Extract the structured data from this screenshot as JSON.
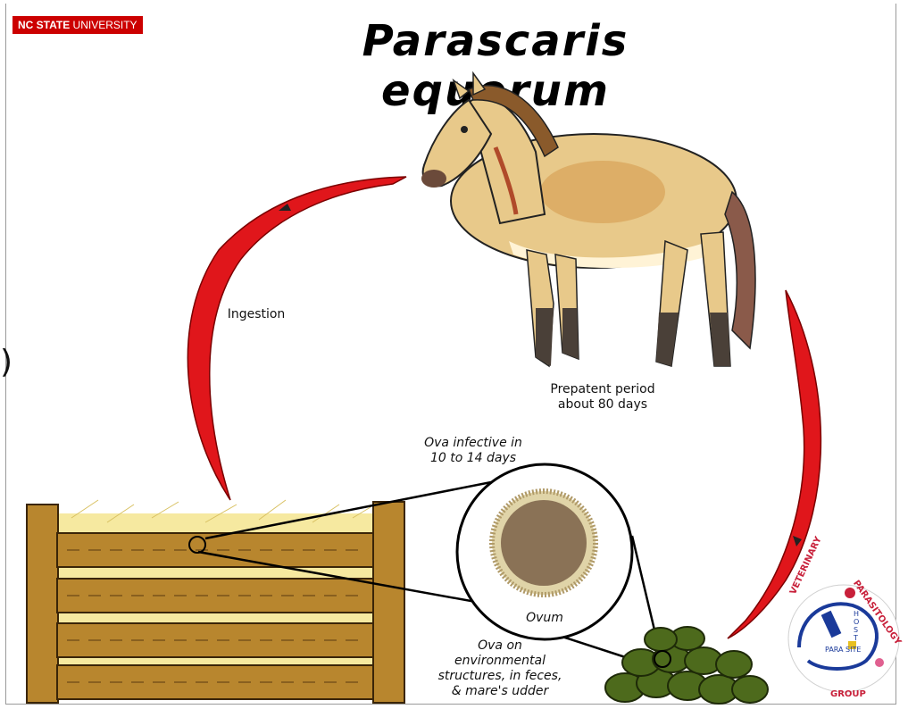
{
  "header": {
    "brand_bold": "NC STATE",
    "brand_rest": " UNIVERSITY",
    "title": "Parascaris equorum"
  },
  "labels": {
    "ingestion": "Ingestion",
    "prepatent": "Prepatent period\nabout 80 days",
    "ova_infective": "Ova infective in\n10 to 14 days",
    "ovum": "Ovum",
    "ova_on": "Ova on\nenvironmental\nstructures, in feces,\n& mare's udder"
  },
  "logo": {
    "top_left": "VETERINARY",
    "top_right": "PARASITOLOGY",
    "bottom": "GROUP",
    "center": "PARA SITE",
    "host_letters": [
      "H",
      "O",
      "S",
      "T"
    ]
  },
  "colors": {
    "arrow_red": "#e0161b",
    "wood": "#b8862e",
    "wood_dark": "#5a3a10",
    "straw": "#f6e9a0",
    "horse_coat": "#e8c98a",
    "feces": "#4d6a1c",
    "brand_red": "#cc0000"
  }
}
